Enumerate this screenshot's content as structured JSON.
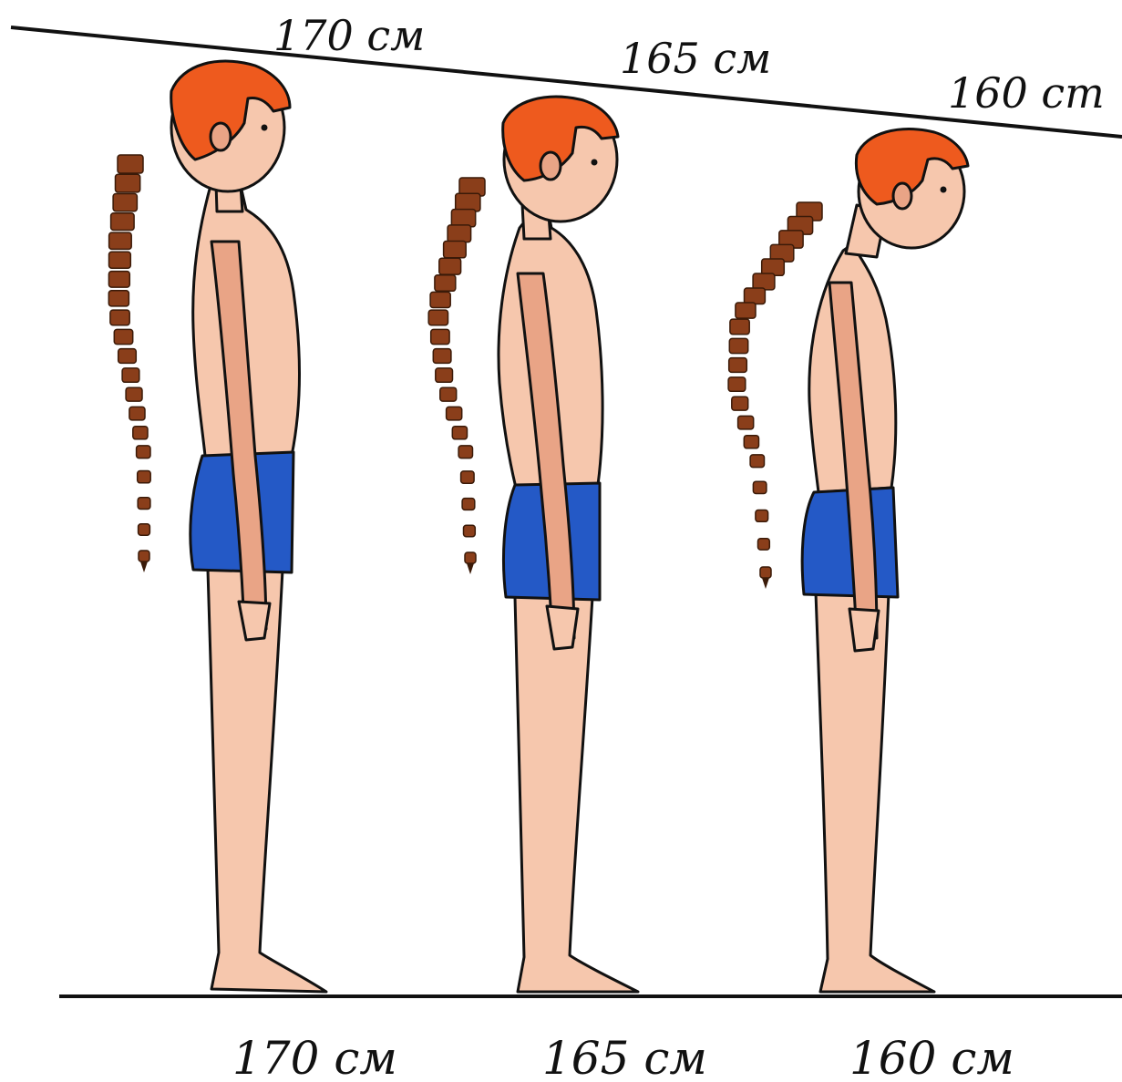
{
  "top_labels": [
    "170 см",
    "165 см",
    "160 cm"
  ],
  "bottom_labels": [
    "170 см",
    "165 см",
    "160 см"
  ],
  "colors": {
    "line": "#111111",
    "hair": "#ee5a1e",
    "skin": "#f6c7ad",
    "skin_shade": "#e9a486",
    "shorts": "#2459c6",
    "vertebra": "#8a3e1a",
    "background": "#ffffff"
  },
  "figures": [
    {
      "posture": "upright"
    },
    {
      "posture": "slight-stoop"
    },
    {
      "posture": "stooped"
    }
  ]
}
